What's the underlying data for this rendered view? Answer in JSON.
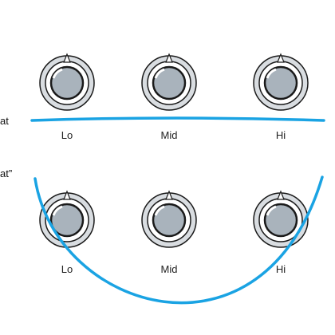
{
  "row1": {
    "side_text": "at",
    "knob_labels": [
      "Lo",
      "Mid",
      "Hi"
    ]
  },
  "row2": {
    "side_text": "at”",
    "knob_labels": [
      "Lo",
      "Mid",
      "Hi"
    ]
  },
  "colors": {
    "curve": "#1aa3e3",
    "knob_fill": "#a9b3bc",
    "knob_ring": "#d9dde1",
    "outline": "#1a1a1a"
  },
  "icons": [
    "knob-icon"
  ]
}
